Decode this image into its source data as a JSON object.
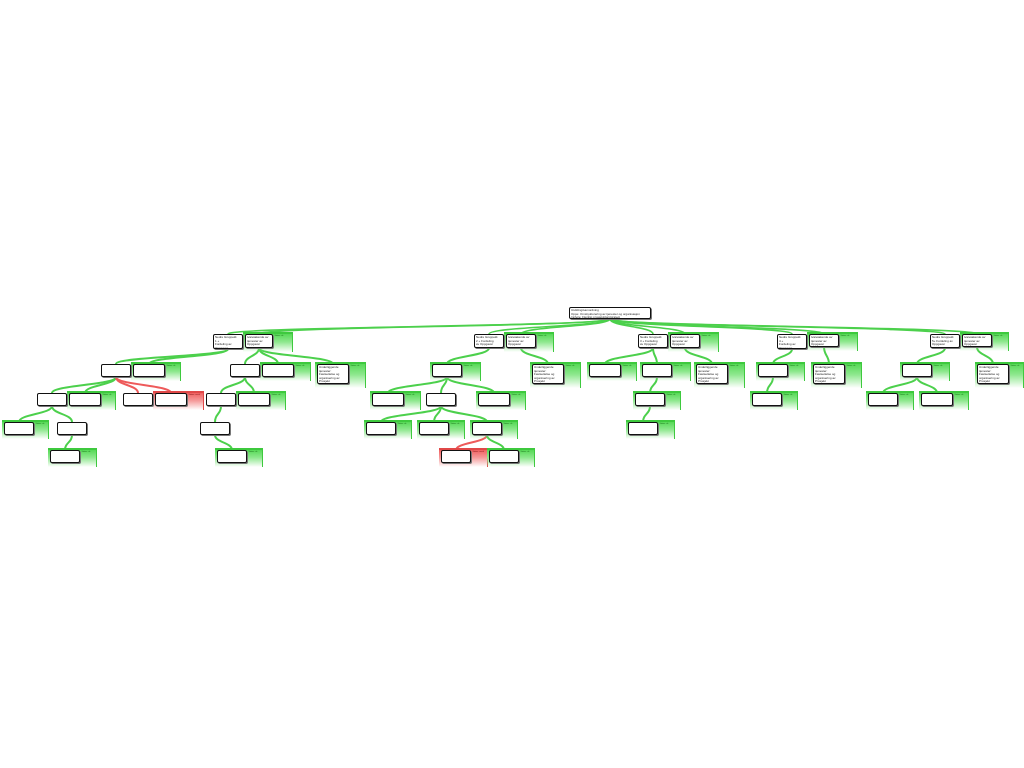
{
  "colors": {
    "link": "#4cd04c",
    "alert": "#ee5a5a",
    "border": "#111111"
  },
  "root": {
    "text": "Utvikling/samordning\nOppe: Omstrukturering av tjenester og organisasjon\nInnføre: Flerårig prosjektplan/strategi"
  },
  "texts": {
    "a1": "Nedre Gruppeld.\n1 +\nFordeling av\nOppgaver",
    "a2": "Ivaretakende av\ntjenester av\nOppgaver",
    "a_t": "Underliggende\ntjenester:\nFastsettelse og\norganisering av\nProsjekt",
    "b1": "Nedre Gruppeld.\n2 + Fordeling\nav Oppgaver",
    "b2": "Ivaretakende av\ntjenester av\nOppgaver",
    "b_t": "Underliggende\ntjenester:\nFastsettelse og\norganisering av\nProsjekt",
    "c1": "Nedre Gruppeld.\n3 + Fordeling\nav Oppgaver",
    "c2": "Ivaretakende av\ntjenester av\nOppgaver",
    "c_t": "Underliggende\ntjenester:\nFastsettelse og\norganisering av\nProsjekt",
    "d1": "Nedre Gruppeld.\n4 +\nFordeling av\nOppgaver",
    "d2": "Ivaretakende av\ntjenester av\nOppgaver",
    "d_t": "Underliggende\ntjenester:\nFastsettelse og\norganisering av\nProsjekt",
    "e1": "Nedre Gruppeld.\n5+ Fordeling av\nOppgaver",
    "e2": "Ivaretakende av\ntjenester av\nOppgaver",
    "e_t": "Underliggende\ntjenester:\nFastsettelse og\norganisering av\nProsjekt"
  },
  "tags": {
    "green": "Status: ok",
    "red": "Status: avvik"
  }
}
